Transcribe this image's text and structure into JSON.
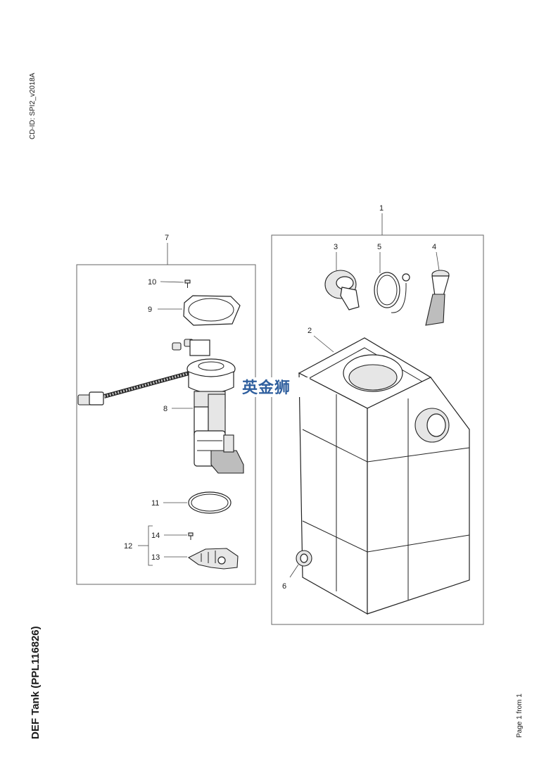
{
  "document": {
    "cd_id": "CD-ID: SPI2_v2018A",
    "title": "DEF Tank (PPL116826)",
    "footer": "Page 1 from 1"
  },
  "watermark": {
    "text": "英金狮",
    "color": "#2f5f9e"
  },
  "callouts": {
    "c1": "1",
    "c2": "2",
    "c3": "3",
    "c4": "4",
    "c5": "5",
    "c6": "6",
    "c7": "7",
    "c8": "8",
    "c9": "9",
    "c10": "10",
    "c11": "11",
    "c12": "12",
    "c13": "13",
    "c14": "14"
  }
}
